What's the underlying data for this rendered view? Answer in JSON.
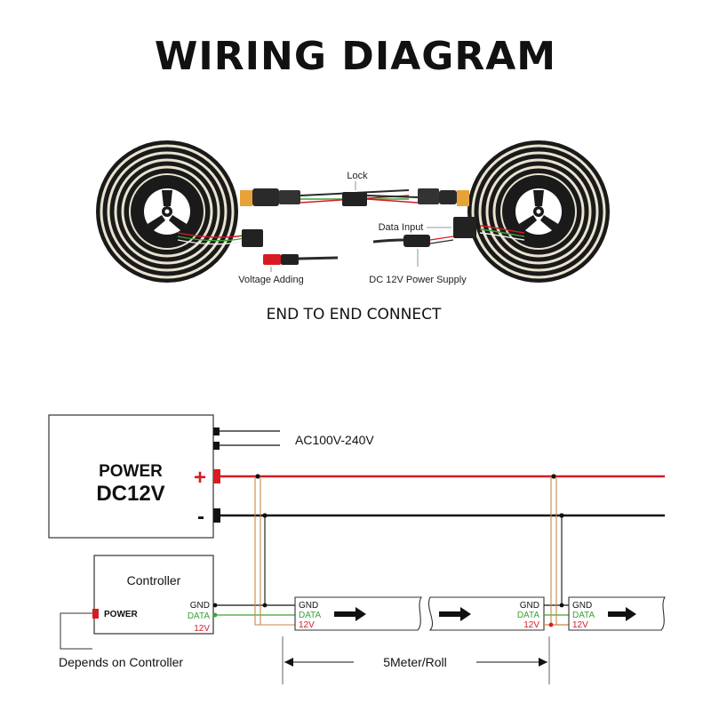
{
  "title": "WIRING DIAGRAM",
  "top_section": {
    "caption": "END TO END CONNECT",
    "labels": {
      "lock": "Lock",
      "voltage_adding": "Voltage Adding",
      "data_input": "Data Input",
      "dc_power": "DC 12V Power Supply"
    }
  },
  "power_supply": {
    "line1": "POWER",
    "line2": "DC12V",
    "ac_label": "AC100V-240V",
    "plus": "+",
    "minus": "-"
  },
  "controller": {
    "title": "Controller",
    "power_label": "POWER",
    "pins": {
      "gnd": "GND",
      "data": "DATA",
      "v12": "12V"
    }
  },
  "strip_pins": {
    "gnd": "GND",
    "data": "DATA",
    "v12": "12V"
  },
  "footnote": "Depends on Controller",
  "length_label": "5Meter/Roll",
  "colors": {
    "red": "#d61b22",
    "black": "#111111",
    "green": "#3aa335",
    "orange": "#c8874a",
    "data_label": "#3aa335",
    "v12_label": "#d61b22"
  }
}
